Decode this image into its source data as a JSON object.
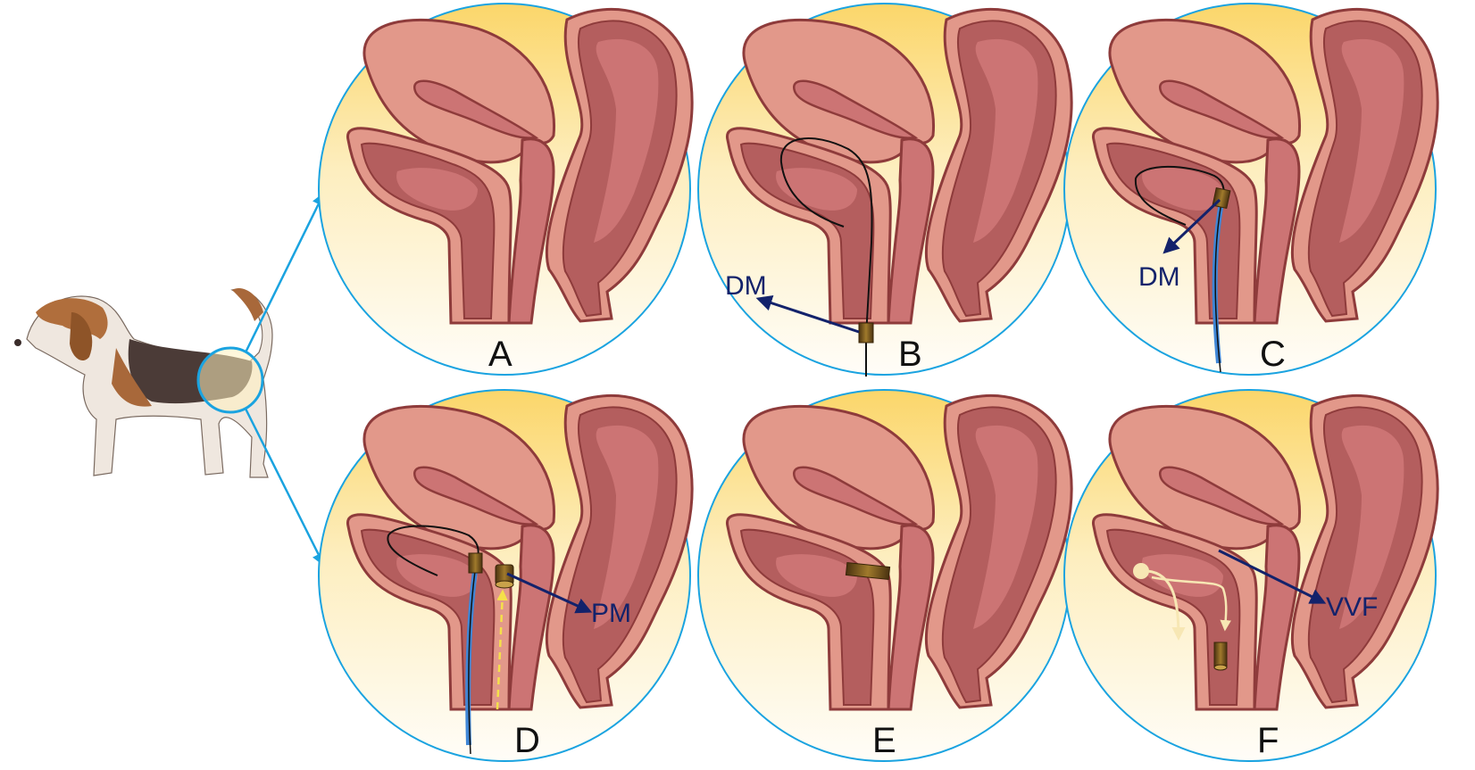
{
  "figure": {
    "subject": "dog (beagle)",
    "zoom_region": "perineal / urogenital region",
    "colors": {
      "circle_border": "#1aa3e0",
      "background_top": "#fbd66a",
      "background_bottom": "#fffdf8",
      "tissue_light": "#e2988a",
      "tissue_mid": "#cc7474",
      "tissue_dark": "#b45e5e",
      "outline": "#8e3b3b",
      "callout": "#13226b",
      "device": "#6b4a1a",
      "guidewire": "#111111",
      "catheter": "#3f86d6",
      "flow": "#f7e7b4",
      "dashed_path": "#f5e04a"
    }
  },
  "panels": [
    {
      "id": "A",
      "label": "A",
      "callout": null
    },
    {
      "id": "B",
      "label": "B",
      "callout": "DM"
    },
    {
      "id": "C",
      "label": "C",
      "callout": "DM"
    },
    {
      "id": "D",
      "label": "D",
      "callout": "PM"
    },
    {
      "id": "E",
      "label": "E",
      "callout": null
    },
    {
      "id": "F",
      "label": "F",
      "callout": "VVF"
    }
  ]
}
